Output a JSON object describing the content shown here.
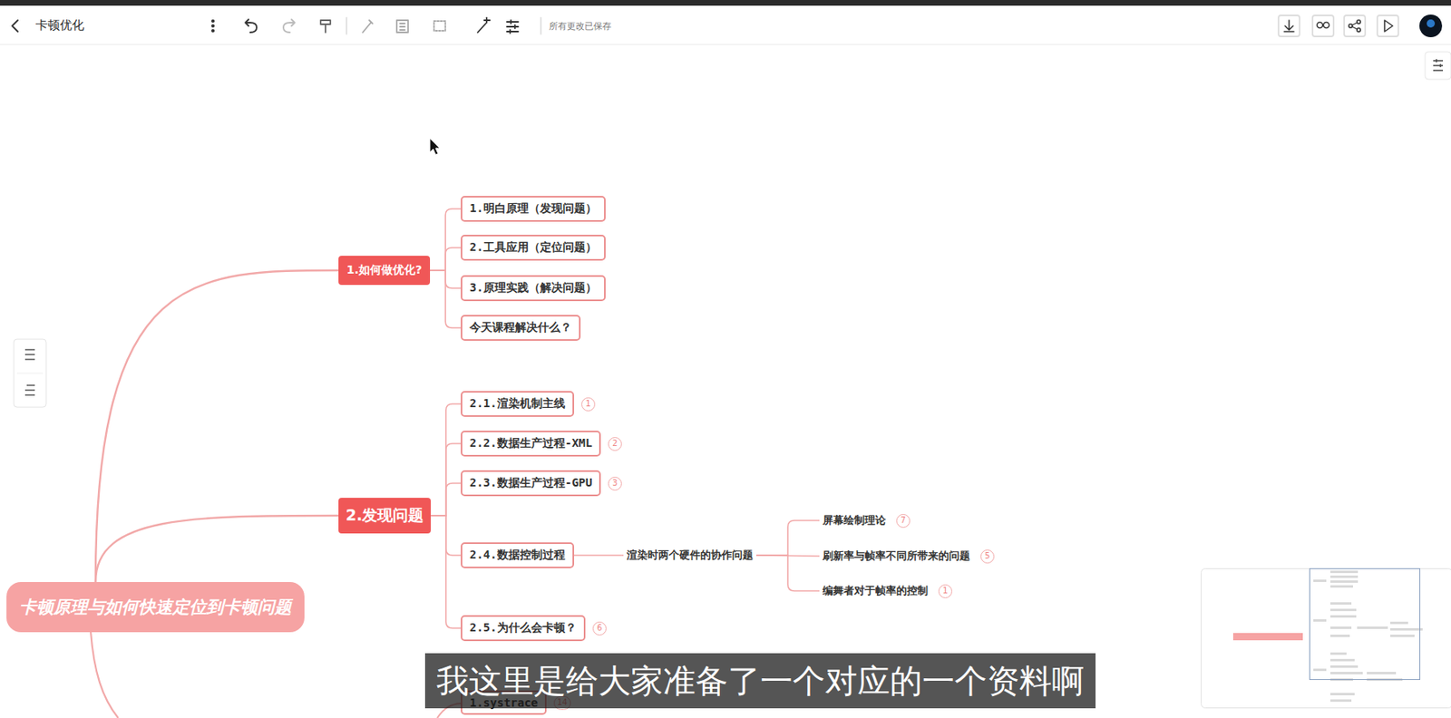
{
  "diagram": {
    "title": "卡顿优化",
    "nodes": [
      {
        "text": [
          "卡顿原理与如何快速定位到卡顿问题"
        ]
      },
      {
        "text": [
          "1.如何做优化?"
        ]
      },
      {
        "text": [
          "1.明白原理（发现问题）"
        ]
      },
      {
        "text": [
          "2.工具应用（定位问题）"
        ]
      },
      {
        "text": [
          "3.原理实践（解决问题）"
        ]
      },
      {
        "text": [
          "今天课程解决什么？"
        ]
      },
      {
        "text": [
          "2.发现问题"
        ]
      },
      {
        "text": [
          "2.1.渲染机制主线"
        ]
      },
      {
        "text": [
          "2.2.数据生产过程-XML"
        ]
      },
      {
        "text": [
          "2.3.数据生产过程-GPU"
        ]
      },
      {
        "text": [
          "2.4.数据控制过程"
        ]
      },
      {
        "text": [
          "渲染时两个硬件的协作问题"
        ]
      },
      {
        "text": [
          "屏幕绘制理论"
        ]
      },
      {
        "text": [
          "刷新率与帧率不同所带来的问题"
        ]
      },
      {
        "text": [
          "编舞者对于帧率的控制"
        ]
      },
      {
        "text": [
          "2.5.为什么会卡顿？"
        ]
      },
      {
        "text": [
          "1.systrace"
        ]
      }
    ],
    "edges": [
      {
        "from": 0,
        "to": 1,
        "arrow": "none"
      },
      {
        "from": 0,
        "to": 6,
        "arrow": "none"
      },
      {
        "from": 1,
        "to": 2,
        "arrow": "none"
      },
      {
        "from": 1,
        "to": 3,
        "arrow": "none"
      },
      {
        "from": 1,
        "to": 4,
        "arrow": "none"
      },
      {
        "from": 1,
        "to": 5,
        "arrow": "none"
      },
      {
        "from": 6,
        "to": 7,
        "arrow": "none"
      },
      {
        "from": 6,
        "to": 8,
        "arrow": "none"
      },
      {
        "from": 6,
        "to": 9,
        "arrow": "none"
      },
      {
        "from": 6,
        "to": 10,
        "arrow": "none"
      },
      {
        "from": 6,
        "to": 15,
        "arrow": "none"
      },
      {
        "from": 10,
        "to": 11,
        "arrow": "none"
      },
      {
        "from": 11,
        "to": 12,
        "arrow": "none"
      },
      {
        "from": 11,
        "to": 13,
        "arrow": "none"
      },
      {
        "from": 11,
        "to": 14,
        "arrow": "none"
      }
    ],
    "labels": [
      "所有更改已保存",
      "1",
      "2",
      "3",
      "7",
      "5",
      "1",
      "6",
      "14",
      "我这里是给大家准备了一个对应的一个资料啊"
    ]
  }
}
